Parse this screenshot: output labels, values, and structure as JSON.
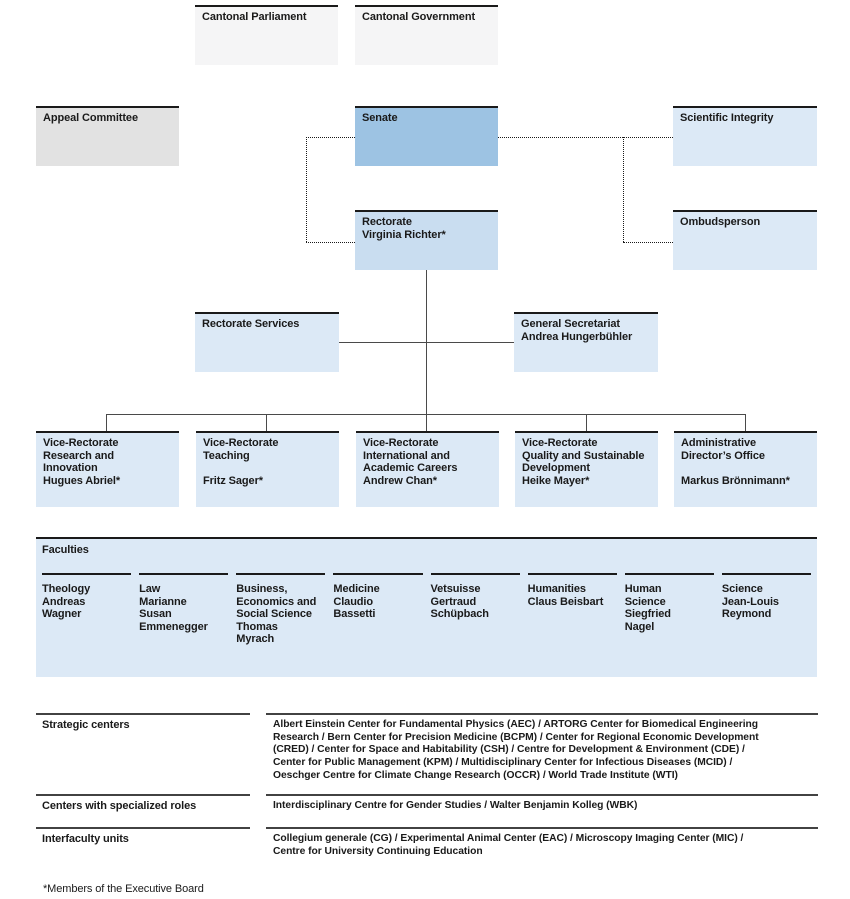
{
  "colors": {
    "pale_blue": "#dce9f6",
    "senate_blue": "#9dc3e3",
    "rectorate_blue": "#c9ddf0",
    "appeal_gray": "#e2e2e2",
    "cantonal_gray": "#f5f5f6",
    "text": "#1a1a1a"
  },
  "boxes": {
    "cantonal_parliament": {
      "title": "Cantonal Parliament"
    },
    "cantonal_government": {
      "title": "Cantonal Government"
    },
    "appeal_committee": {
      "title": "Appeal Committee"
    },
    "senate": {
      "title": "Senate"
    },
    "scientific_integrity": {
      "title": "Scientific Integrity"
    },
    "rectorate": {
      "title": "Rectorate",
      "name": "Virginia Richter*"
    },
    "ombudsperson": {
      "title": "Ombudsperson"
    },
    "rectorate_services": {
      "title": "Rectorate Services"
    },
    "general_secretariat": {
      "title": "General Secretariat",
      "name": "Andrea Hungerbühler"
    }
  },
  "vice_rectorates": [
    {
      "title": "Vice-Rectorate\nResearch and\nInnovation",
      "name": "Hugues Abriel*"
    },
    {
      "title": "Vice-Rectorate\nTeaching",
      "name": "Fritz Sager*"
    },
    {
      "title": "Vice-Rectorate\nInternational and\nAcademic Careers",
      "name": "Andrew Chan*"
    },
    {
      "title": "Vice-Rectorate\nQuality and Sustainable\nDevelopment",
      "name": "Heike Mayer*"
    },
    {
      "title": "Administrative\nDirector’s Office",
      "name": "Markus Brönnimann*"
    }
  ],
  "faculties": {
    "header": "Faculties",
    "items": [
      {
        "title": "Theology",
        "name": "Andreas\nWagner"
      },
      {
        "title": "Law",
        "name": "Marianne\nSusan\nEmmenegger"
      },
      {
        "title": "Business,\nEconomics and\nSocial Science",
        "name": "Thomas\nMyrach"
      },
      {
        "title": "Medicine",
        "name": "Claudio\nBassetti"
      },
      {
        "title": "Vetsuisse",
        "name": "Gertraud\nSchüpbach"
      },
      {
        "title": "Humanities",
        "name": "Claus Beisbart"
      },
      {
        "title": "Human\nScience",
        "name": "Siegfried\nNagel"
      },
      {
        "title": "Science",
        "name": "Jean-Louis\nReymond"
      }
    ]
  },
  "bottom_rows": [
    {
      "label": "Strategic centers",
      "text": "Albert Einstein Center for Fundamental Physics (AEC) / ARTORG Center for Biomedical Engineering\nResearch / Bern Center for Precision Medicine (BCPM) / Center for Regional Economic Development\n(CRED) / Center for Space and Habitability (CSH) / Centre for Development & Environment (CDE) /\nCenter for Public Management (KPM) / Multidisciplinary Center for Infectious Diseases (MCID) /\nOeschger Centre for Climate Change Research (OCCR) / World Trade Institute (WTI)"
    },
    {
      "label": "Centers with specialized roles",
      "text": "Interdisciplinary Centre for Gender Studies / Walter Benjamin Kolleg (WBK)"
    },
    {
      "label": "Interfaculty units",
      "text": "Collegium generale (CG) / Experimental Animal Center (EAC) / Microscopy Imaging Center (MIC) /\nCentre for University Continuing Education"
    }
  ],
  "footnote": "*Members of the Executive Board"
}
